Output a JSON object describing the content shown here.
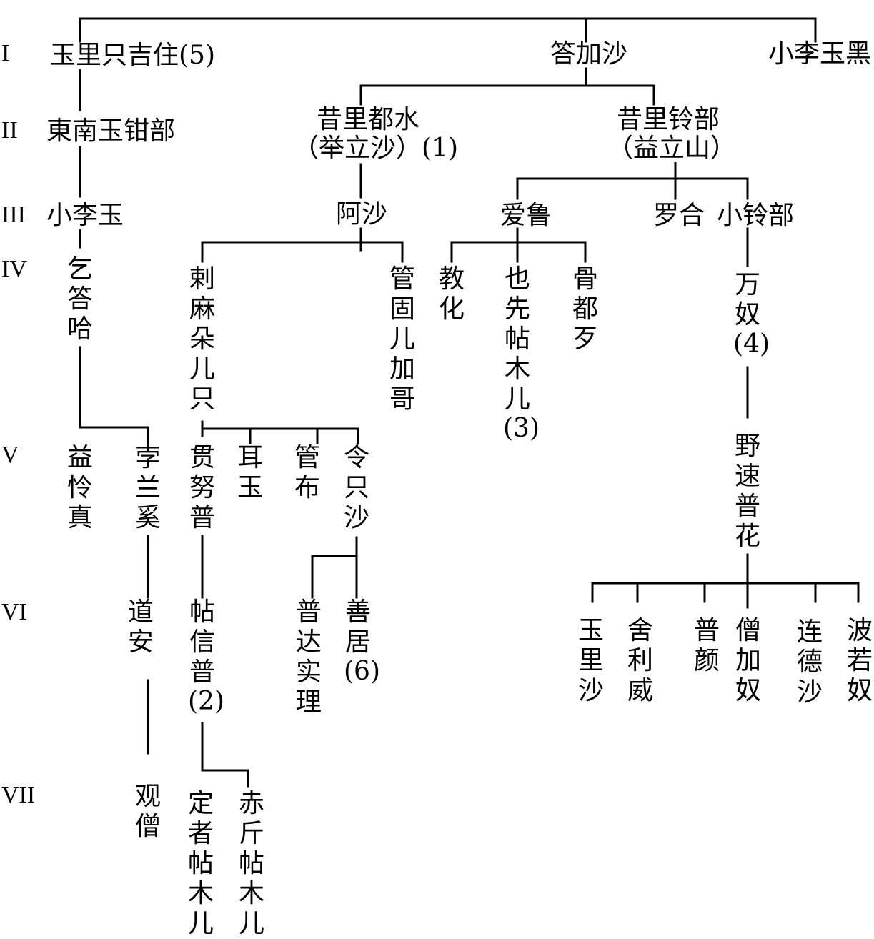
{
  "generations": [
    "I",
    "II",
    "III",
    "IV",
    "V",
    "VI",
    "VII"
  ],
  "nodes": {
    "yulizhijizhu": {
      "name": "玉里只吉住",
      "index": "(5)"
    },
    "dajiasha": {
      "name": "答加沙"
    },
    "xiaoliyuhei": {
      "name": "小李玉黑"
    },
    "dongnanyuqianbu": {
      "name": "東南玉钳部"
    },
    "xilidushui": {
      "name": "昔里都水",
      "alias": "（举立沙）",
      "index": "(1)"
    },
    "xililingbu": {
      "name": "昔里铃部",
      "alias": "（益立山）"
    },
    "xiaoliyu": {
      "name": "小李玉"
    },
    "asha": {
      "name": "阿沙"
    },
    "ailu": {
      "name": "爱鲁"
    },
    "luohe": {
      "name": "罗合"
    },
    "xiaolingbu": {
      "name": "小铃部"
    },
    "qidaha": {
      "name": "乞答哈"
    },
    "lamaduoerzhi": {
      "name": "剌麻朵儿只"
    },
    "guanguerjiage": {
      "name": "管固儿加哥"
    },
    "jiaohua": {
      "name": "教化"
    },
    "yexiantiemuer": {
      "name": "也先帖木儿",
      "index": "(3)"
    },
    "guduxi": {
      "name": "骨都歹"
    },
    "wannu": {
      "name": "万奴",
      "index": "(4)"
    },
    "yilingzhen": {
      "name": "益怜真"
    },
    "bolanxi": {
      "name": "孛兰奚"
    },
    "guannupu": {
      "name": "贯努普"
    },
    "eryu": {
      "name": "耳玉"
    },
    "guanbu": {
      "name": "管布"
    },
    "lingzhisha": {
      "name": "令只沙"
    },
    "yesupuhua": {
      "name": "野速普花"
    },
    "daoan": {
      "name": "道安"
    },
    "tiexinpu": {
      "name": "帖信普",
      "index": "(2)"
    },
    "pudashili": {
      "name": "普达实理"
    },
    "shanju": {
      "name": "善居",
      "index": "(6)"
    },
    "yulisha": {
      "name": "玉里沙"
    },
    "sheliwei": {
      "name": "舍利威"
    },
    "puyan": {
      "name": "普颜"
    },
    "sengjianu": {
      "name": "僧加奴"
    },
    "liandesha": {
      "name": "连德沙"
    },
    "boruonu": {
      "name": "波若奴"
    },
    "guanseng": {
      "name": "观僧"
    },
    "dingzhetiemuer": {
      "name": "定者帖木儿"
    },
    "chijintiemuer": {
      "name": "赤斤帖木儿"
    }
  }
}
